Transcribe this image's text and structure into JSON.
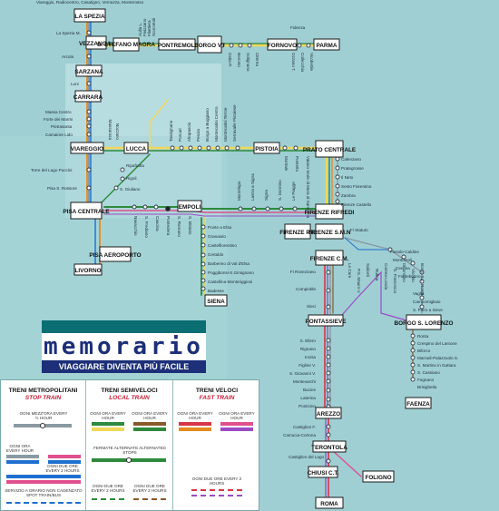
{
  "stations": {
    "la_spezia": "LA SPEZIA",
    "vezzano": "VEZZANO L.",
    "s_stefano": "S. STEFANO MAGRA",
    "pontremoli": "PONTREMOLI",
    "borgo_vt": "BORGO VT",
    "fornovo": "FORNOVO",
    "parma": "PARMA",
    "sarzana": "SARZANA",
    "carrara": "CARRARA",
    "viareggio": "VIAREGGIO",
    "lucca": "LUCCA",
    "pistoia": "PISTOIA",
    "prato": "PRATO CENTRALE",
    "pisa": "PISA CENTRALE",
    "empoli": "EMPOLI",
    "fi_rifredi": "FIRENZE RIFREDI",
    "fi_pp": "FIRENZE P.P.",
    "fi_smn": "FIRENZE S.M.N",
    "fi_cm": "FIRENZE C.M.",
    "pisa_aero": "PISA AEROPORTO",
    "livorno": "LIVORNO",
    "siena": "SIENA",
    "pontassieve": "PONTASSIEVE",
    "borgo_slorenzo": "BORGO S. LORENZO",
    "faenza": "FAENZA",
    "arezzo": "AREZZO",
    "terontola": "TERONTOLA",
    "foligno": "FOLIGNO",
    "chiusi": "CHIUSI C.T.",
    "roma": "ROMA"
  },
  "minor": {
    "top_left": "Viareggio, Radiocentro, Casatigno, Vernazza, Monterosso",
    "la_spezia_m": "La Spezia M.",
    "arcola": "Arcola",
    "luni": "Luni",
    "massa": "Massa Centro",
    "forte": "Forte dei Marmi",
    "pietrasanta": "Pietrasanta",
    "camaiore": "Camaiore Lido",
    "torre": "Torre del Lago Puccini",
    "pisa_s_rossore": "Pisa S. Rossore",
    "ripafratta": "Ripafratta",
    "rigoli": "Rigoli",
    "s_giuliano": "S. Giuliano",
    "filattiera_group": [
      "Aulla L.",
      "Fivizzano",
      "Filattiera",
      "Scorcetoli"
    ],
    "borgo_group": [
      "Ostia P.",
      "Berceto",
      "Solignano",
      "Citerna"
    ],
    "parma_group": [
      "Ozzano T.",
      "Collecchio",
      "Vicofertile"
    ],
    "fidenza": "Fidenza",
    "massarosa": [
      "Massarosa",
      "Nozzano"
    ],
    "lucca_pistoia": [
      "Tassignano",
      "Porcari",
      "Altopascio",
      "Pescia",
      "Borgo a Buggiano",
      "Montecatini Centro",
      "Montecatini Terme",
      "Serravalle Pistoiese"
    ],
    "prato_right": [
      "Calenzano",
      "Prategrosse",
      "Il Neto",
      "Sesto Fiorentino",
      "Zambra",
      "Firenze Castello"
    ],
    "montale": [
      "Montale",
      "Pontetto",
      "Vaiano Sede di Mura di Sambuca"
    ],
    "pisa_empoli": [
      "Navacchio",
      "S. Frediano",
      "Cascina",
      "Pontedera",
      "S. Romano",
      "S. Miniato"
    ],
    "empoli_fi": [
      "Montelupo",
      "Lastra a Signa",
      "Signa",
      "S. Donnino",
      "Le Piagge"
    ],
    "siena_line": [
      "Ponte a Elsa",
      "Granaiolo",
      "Castelfiorentino",
      "Certaldo",
      "Barberino di Val d'Elsa",
      "Poggibonsi-S.Gimignano",
      "Castellina-Monteriggioni",
      "Badesse"
    ],
    "statuto": "Fi Statuto",
    "faentina": [
      "Fiesole-Caldine",
      "Montorsoli",
      "Cercina",
      "Fontebuono",
      "Vaglia",
      "Campomigliaio",
      "S. Piero a Sieve"
    ],
    "rovezzano": [
      "Fi Rovezzano",
      "Compiobbi",
      "Sieci"
    ],
    "pontassieve_n": [
      "Le Cure",
      "P.S. Mauro V.",
      "Saliceti",
      "Rufina",
      "Contea-Londa",
      "S. Francesco",
      "Dicomano",
      "Vicchio",
      "Borgo S.L. Ronta"
    ],
    "faenza_line": [
      "Ronta",
      "Crespino del Lamone",
      "Biforco",
      "Marradi-Palazzuolo S.",
      "S. Martino in Gattara",
      "S. Cassiano",
      "Fognano",
      "Brisighella"
    ],
    "arno": [
      "S. Ellero",
      "Rignano",
      "Incisa",
      "Figline V.",
      "S. Giovanni V.",
      "Montevarchi",
      "Bucine",
      "Laterina",
      "Ponticino"
    ],
    "arezzo_s": [
      "Castiglion F.",
      "Camucia-Cortona"
    ],
    "trasimeno": "Castiglion del Lago"
  },
  "logo": {
    "word": "memorario",
    "tagline": "VIAGGIARE DIVENTA PIÙ FACILE"
  },
  "legend": {
    "metro": {
      "title": "TRENI METROPOLITANI",
      "subtitle": "STOP TRAIN",
      "half": "OGNI MEZZ'ORA EVERY ½ HOUR",
      "hour": "OGNI ORA EVERY HOUR",
      "two": "OGNI DUE ORE EVERY 2 HOURS",
      "spot": "SERVIZIO A ORARIO NON CADENZATO SPOT TRAIN/BUS"
    },
    "semi": {
      "title": "TRENI SEMIVELOCI",
      "subtitle": "LOCAL TRAIN",
      "hour_a": "OGNI ORA EVERY HOUR",
      "hour_b": "OGNI ORA EVERY HOUR",
      "alt": "FERMATE ALTERNATE ALTERNATED STOPS",
      "two_a": "OGNI DUE ORE EVERY 2 HOURS",
      "two_b": "OGNI DUE ORE EVERY 2 HOURS"
    },
    "fast": {
      "title": "TRENI VELOCI",
      "subtitle": "FAST TRAIN",
      "hour_a": "OGNI ORA EVERY HOUR",
      "hour_b": "OGNI ORA EVERY HOUR",
      "two": "OGNI DUE ORE EVERY 2 HOURS"
    }
  },
  "colors": {
    "bg": "#9fcfd3",
    "light_zone": "#b8dde0",
    "yellow": "#f1d85a",
    "green": "#2e8a3d",
    "orange": "#e58a20",
    "pink": "#e0508e",
    "purple": "#9b4cc4",
    "blue": "#1f6fd1",
    "red": "#d63646",
    "brown": "#8a5a2a",
    "gray": "#8a9aa3",
    "navy": "#1c2f78",
    "teal": "#0a6e73"
  }
}
